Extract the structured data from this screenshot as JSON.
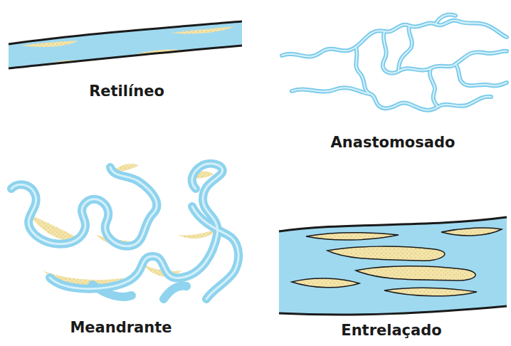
{
  "diagram": {
    "labels": [
      "Retilíneo",
      "Anastomosado",
      "Meandrante",
      "Entrelaçado"
    ]
  }
}
